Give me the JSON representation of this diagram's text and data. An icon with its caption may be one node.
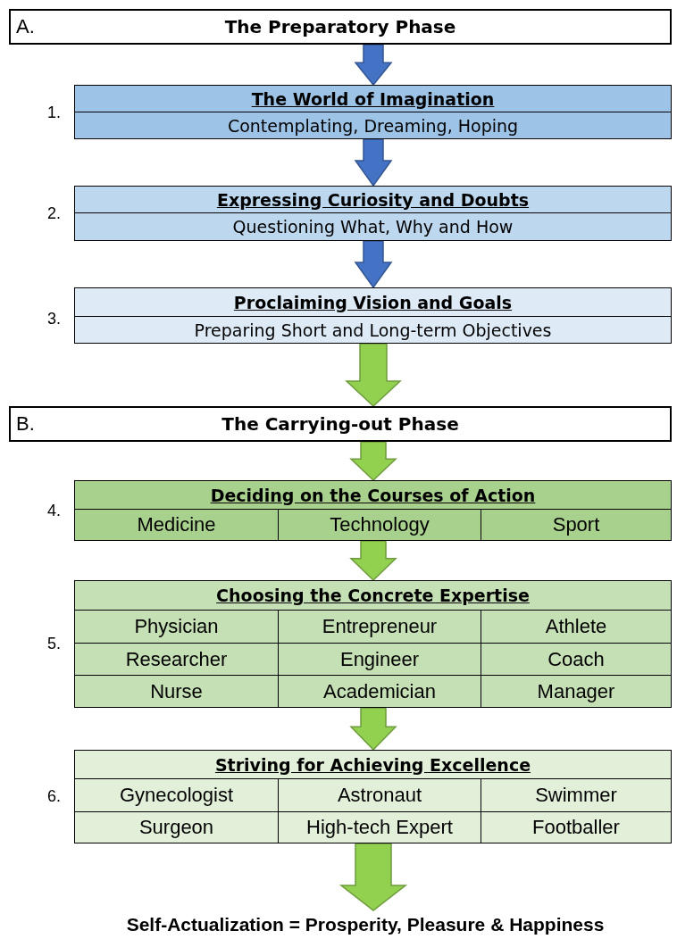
{
  "diagram": {
    "nodes": [
      {
        "text": [
          "A.",
          "The Preparatory Phase"
        ]
      },
      {
        "text": [
          "The World of Imagination",
          "Contemplating, Dreaming, Hoping"
        ],
        "beside": [
          "1."
        ]
      },
      {
        "text": [
          "Expressing Curiosity and Doubts",
          "Questioning What, Why and How"
        ],
        "beside": [
          "2."
        ]
      },
      {
        "text": [
          "Proclaiming Vision and Goals",
          "Preparing Short and Long-term Objectives"
        ],
        "beside": [
          "3."
        ]
      },
      {
        "text": [
          "B.",
          "The Carrying-out Phase"
        ]
      },
      {
        "text": [
          "Deciding on the Courses of Action",
          "Medicine",
          "Technology",
          "Sport"
        ],
        "beside": [
          "4."
        ]
      },
      {
        "text": [
          "Choosing the Concrete Expertise",
          "Physician",
          "Entrepreneur",
          "Athlete",
          "Researcher",
          "Engineer",
          "Coach",
          "Nurse",
          "Academician",
          "Manager"
        ],
        "beside": [
          "5."
        ]
      },
      {
        "text": [
          "Striving for Achieving Excellence",
          "Gynecologist",
          "Astronaut",
          "Swimmer",
          "Surgeon",
          "High-tech Expert",
          "Footballer"
        ],
        "beside": [
          "6."
        ]
      },
      {
        "text": [
          "Self-Actualization = Prosperity, Pleasure & Happiness"
        ]
      }
    ],
    "edges": [
      {
        "from": 0,
        "to": 1,
        "arrow": "to",
        "color": "#4472c4"
      },
      {
        "from": 1,
        "to": 2,
        "arrow": "to",
        "color": "#4472c4"
      },
      {
        "from": 2,
        "to": 3,
        "arrow": "to",
        "color": "#4472c4"
      },
      {
        "from": 3,
        "to": 4,
        "arrow": "to"
      },
      {
        "from": 4,
        "to": 5,
        "arrow": "to"
      },
      {
        "from": 5,
        "to": 6,
        "arrow": "to"
      },
      {
        "from": 6,
        "to": 7,
        "arrow": "to"
      },
      {
        "from": 7,
        "to": 8,
        "arrow": "to"
      }
    ]
  }
}
